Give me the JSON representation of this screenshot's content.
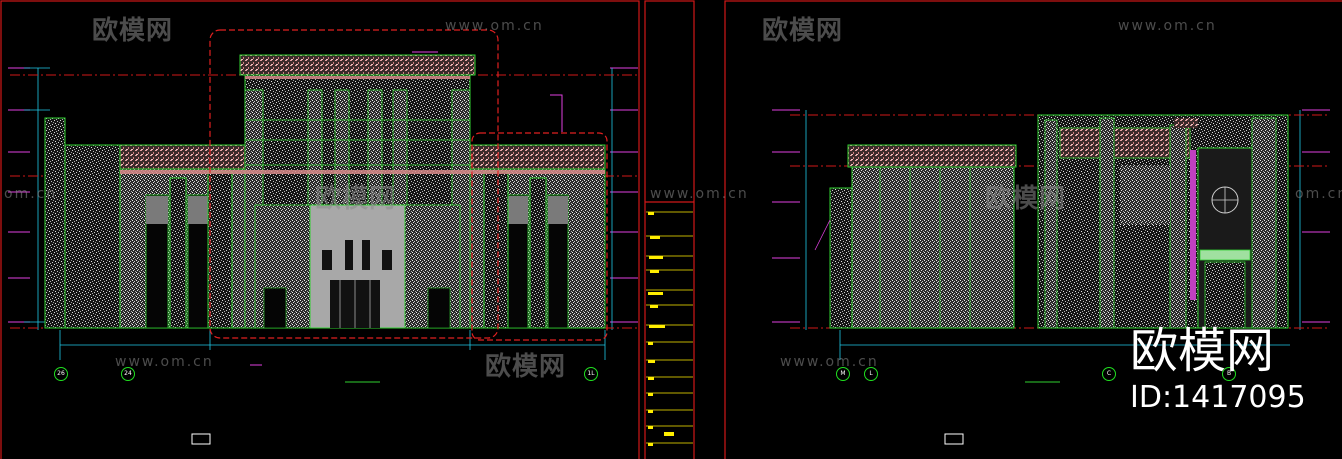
{
  "watermark": {
    "logo_text": "欧模网",
    "url_text": "www.om.cn",
    "url_text_cut": "om.cn"
  },
  "brand": {
    "name": "欧模网",
    "id_label": "ID:1417095"
  },
  "axis_labels": {
    "left_drawing": [
      "26",
      "24",
      "1L"
    ],
    "right_drawing": [
      "M",
      "L",
      "C",
      "B"
    ]
  },
  "colors": {
    "background": "#000000",
    "frame": "#d01818",
    "wall": "#30d030",
    "dim": "#20c8e8",
    "accent": "#e040e0",
    "highlight": "#ffee00",
    "hatch": "#cfcfcf"
  }
}
